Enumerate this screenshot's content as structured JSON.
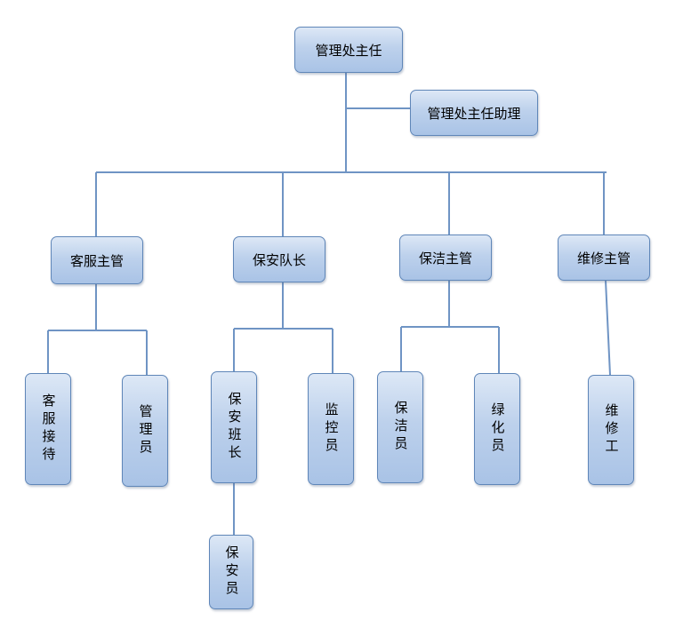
{
  "org_chart": {
    "director": "管理处主任",
    "director_assistant": "管理处主任助理",
    "managers": {
      "customer_service": "客服主管",
      "security": "保安队长",
      "cleaning": "保洁主管",
      "maintenance": "维修主管"
    },
    "staff": {
      "reception": "客服接待",
      "administrator": "管理员",
      "security_squad_leader": "保安班长",
      "monitor": "监控员",
      "cleaner": "保洁员",
      "greenery": "绿化员",
      "repair_worker": "维修工",
      "security_guard": "保安员"
    }
  },
  "colors": {
    "node_fill": "#bdd1ec",
    "node_border": "#5f86b8",
    "connector": "#6f94c4"
  }
}
